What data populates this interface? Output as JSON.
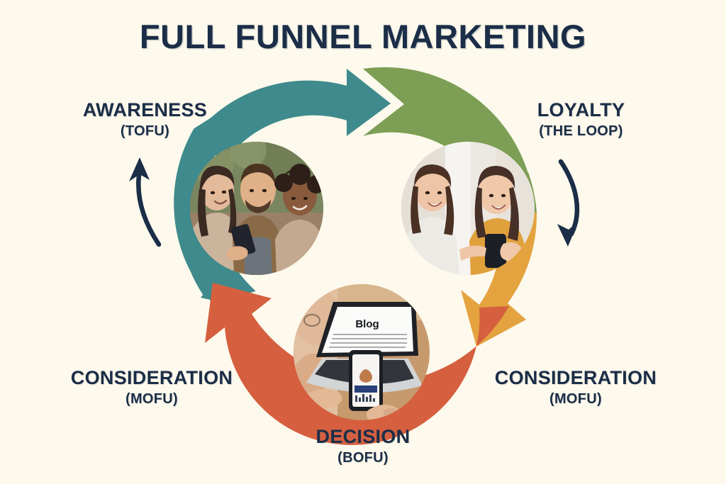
{
  "page": {
    "title": "FULL FUNNEL MARKETING",
    "background_color": "#fdf9ec",
    "text_color": "#1b2d47"
  },
  "colors": {
    "teal": "#3f8a8c",
    "green": "#7d9e55",
    "amber": "#e4a33f",
    "red_orange": "#d55f3e",
    "navy": "#1b2d47",
    "cream": "#fdf9ec"
  },
  "diagram": {
    "type": "cycle",
    "stages": [
      {
        "id": "awareness",
        "main": "AWARENESS",
        "sub": "(TOFU)",
        "arrow_color": "#3f8a8c",
        "arrow_name": "teal-arrow",
        "position": "top-left"
      },
      {
        "id": "loyalty",
        "main": "LOYALTY",
        "sub": "(THE LOOP)",
        "arrow_color": "#7d9e55",
        "arrow_name": "green-arrow",
        "position": "top-right"
      },
      {
        "id": "consideration-right",
        "main": "CONSIDERATION",
        "sub": "(MOFU)",
        "arrow_color": "#e4a33f",
        "arrow_name": "amber-arrow",
        "position": "bottom-right"
      },
      {
        "id": "consideration-left",
        "main": "CONSIDERATION",
        "sub": "(MOFU)",
        "arrow_color": "#d55f3e",
        "arrow_name": "red-orange-arrow",
        "position": "bottom-left"
      },
      {
        "id": "decision",
        "main": "DECISION",
        "sub": "(BOFU)",
        "arrow_color": "#d55f3e",
        "arrow_name": "red-orange-arrow",
        "position": "bottom-center"
      }
    ],
    "photos": [
      {
        "id": "awareness-photo",
        "alt": "Three friends smiling and looking at a smartphone together outdoors"
      },
      {
        "id": "loyalty-photo",
        "alt": "Two women laughing while one points at a smartphone"
      },
      {
        "id": "decision-photo",
        "alt": "Person typing on a laptop showing a Blog page while holding a smartphone with a shopping app",
        "screen_text": "Blog"
      }
    ],
    "pointer_arrows": [
      {
        "id": "left-pointer",
        "direction": "up",
        "color": "#1b2d47"
      },
      {
        "id": "right-pointer",
        "direction": "down",
        "color": "#1b2d47"
      }
    ]
  }
}
